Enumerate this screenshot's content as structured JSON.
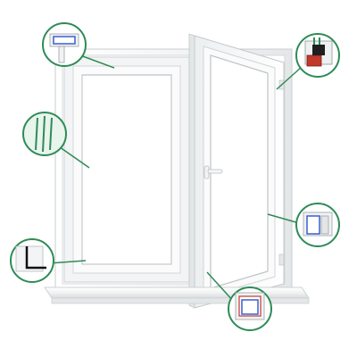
{
  "scene": {
    "subject": "window",
    "style": "pvc-white",
    "background": "#ffffff",
    "callouts": [
      {
        "name": "frame-profile-callout",
        "icon": "frame-corner-icon",
        "accent": "#3a5fd0"
      },
      {
        "name": "glass-panes-callout",
        "icon": "glass-pane-icon",
        "accent": "#2e8b57"
      },
      {
        "name": "seal-corner-callout",
        "icon": "corner-seal-icon",
        "accent": "#111111"
      },
      {
        "name": "reinforcement-callout",
        "icon": "steel-reinforcement-icon",
        "accent": "#c0392b"
      },
      {
        "name": "sash-profile-callout",
        "icon": "sash-profile-icon",
        "accent": "#3a5fd0"
      },
      {
        "name": "bottom-profile-callout",
        "icon": "bottom-profile-icon",
        "accent": "#3a5fd0"
      }
    ],
    "colors": {
      "frame_fill": "#f6f7f7",
      "frame_stroke": "#c7cbcd",
      "frame_shadow": "#e2e5e6",
      "callout_ring": "#2e8b57",
      "leader_line": "#2e8b57",
      "sill": "#eef0f1"
    }
  }
}
